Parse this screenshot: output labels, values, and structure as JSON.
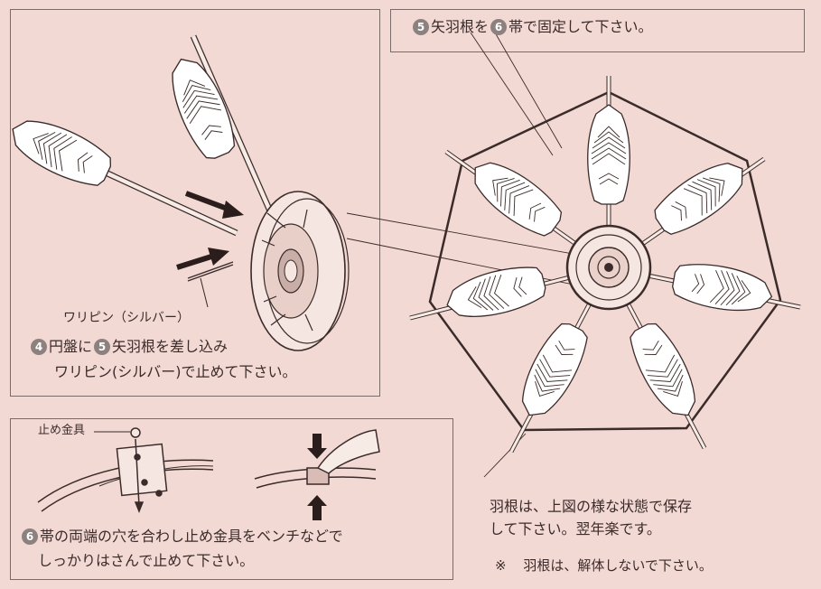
{
  "top_right_caption": {
    "num1": "5",
    "part1": "矢羽根を",
    "num2": "6",
    "part2": "帯で固定して下さい。"
  },
  "top_left": {
    "pin_label": "ワリピン（シルバー）",
    "step_num1": "4",
    "step_part1": "円盤に",
    "step_num2": "5",
    "step_part2": "矢羽根を差し込み",
    "step_line2": "ワリピン(シルバー)で止めて下さい。"
  },
  "bottom_left": {
    "fitting_label": "止め金具",
    "step_num": "6",
    "step_line1": "帯の両端の穴を合わし止め金具をベンチなどで",
    "step_line2": "しっかりはさんで止めて下さい。"
  },
  "bottom_right": {
    "line1": "羽根は、上図の様な状態で保存",
    "line2": "して下さい。翌年楽です。",
    "note_mark": "※",
    "note": "羽根は、解体しないで下さい。"
  },
  "colors": {
    "background": "#f2d9d3",
    "line": "#3b2b2a",
    "feather": "#ffffff",
    "badge": "#8d8180"
  }
}
